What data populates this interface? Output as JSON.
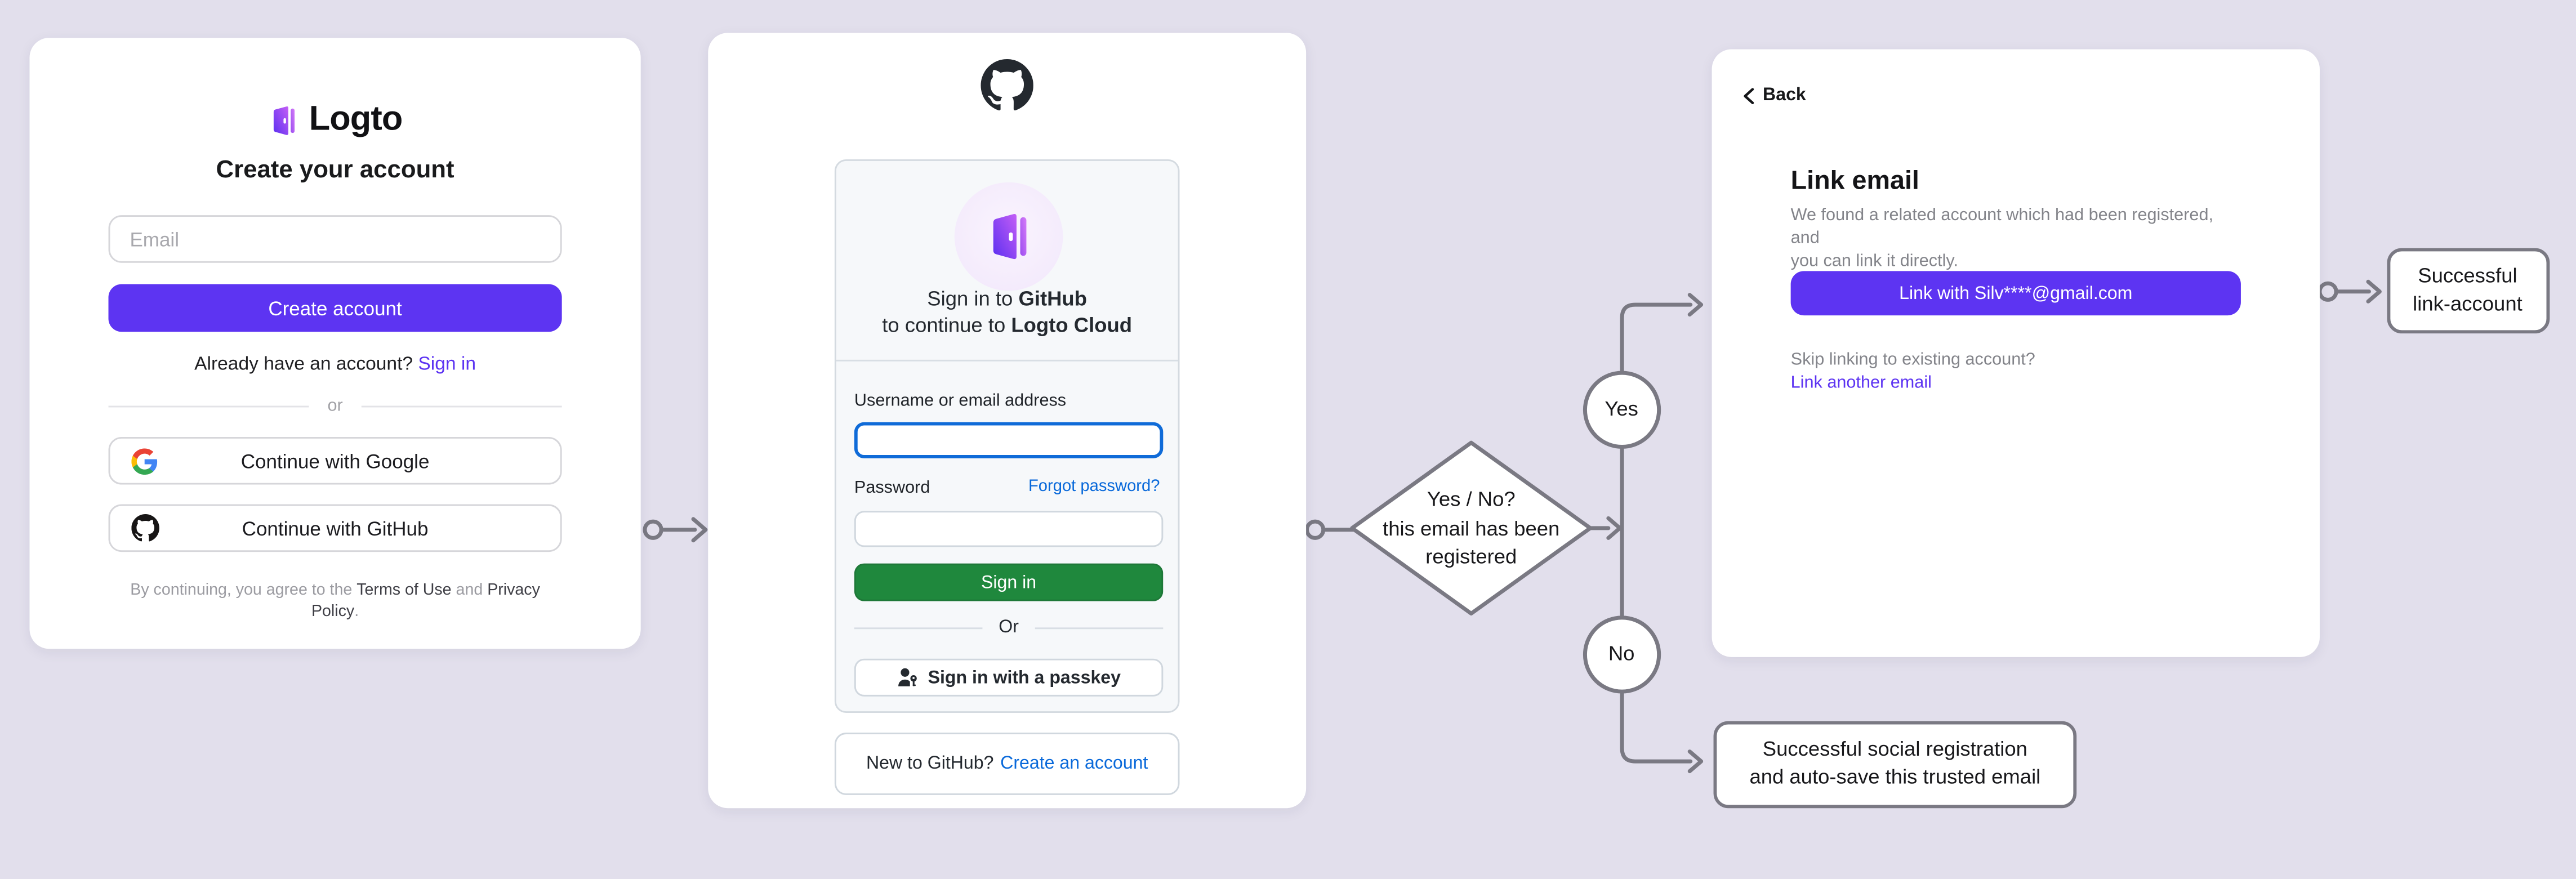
{
  "background_color": "#e2dfec",
  "logto_panel": {
    "brand": "Logto",
    "heading": "Create your account",
    "email_placeholder": "Email",
    "create_button": "Create account",
    "signin_prompt": "Already have an account?",
    "signin_link": "Sign in",
    "divider": "or",
    "google_button": "Continue with Google",
    "github_button": "Continue with GitHub",
    "terms_prefix": "By continuing, you agree to the ",
    "terms_link1": "Terms of Use",
    "terms_middle": " and ",
    "terms_link2": "Privacy Policy",
    "terms_suffix": "."
  },
  "github_panel": {
    "signin_line1_prefix": "Sign in to ",
    "signin_line1_bold": "GitHub",
    "signin_line2_prefix": "to continue to ",
    "signin_line2_bold": "Logto Cloud",
    "username_label": "Username or email address",
    "password_label": "Password",
    "forgot_link": "Forgot password?",
    "signin_button": "Sign in",
    "or_divider": "Or",
    "passkey_button": "Sign in with a passkey",
    "footer_prompt": "New to GitHub?",
    "footer_link": "Create an account"
  },
  "flow": {
    "decision_line1": "Yes / No?",
    "decision_line2": "this email has been",
    "decision_line3": "registered",
    "yes_label": "Yes",
    "no_label": "No",
    "outcome_link_line1": "Successful",
    "outcome_link_line2": "link-account",
    "outcome_social_line1": "Successful social registration",
    "outcome_social_line2": "and auto-save this trusted email"
  },
  "link_email_panel": {
    "back_label": "Back",
    "heading": "Link email",
    "description_line1": "We found a related account which had been registered, and",
    "description_line2": "you can link it directly.",
    "link_button": "Link with Silv****@gmail.com",
    "skip_prompt": "Skip linking to existing account?",
    "skip_link": "Link another email"
  },
  "colors": {
    "accent_purple": "#5d34f2",
    "github_green": "#1f883d",
    "github_link_blue": "#0969da",
    "flow_stroke": "#7a7983"
  }
}
